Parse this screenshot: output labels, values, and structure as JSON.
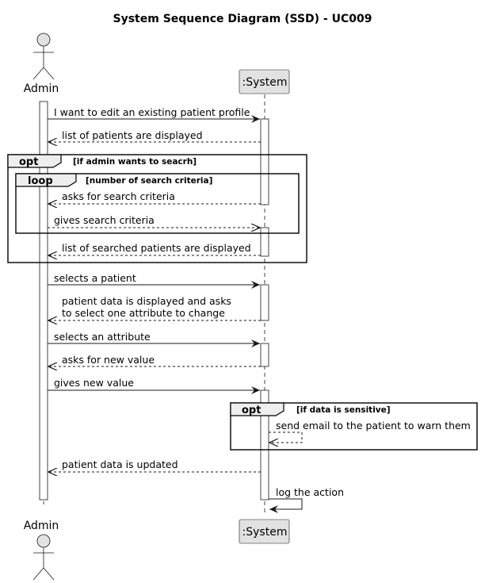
{
  "title": "System Sequence Diagram (SSD) - UC009",
  "participants": {
    "admin": "Admin",
    "system": ":System"
  },
  "messages": [
    {
      "label": "I want to edit an existing patient profile",
      "dir": "request"
    },
    {
      "label": "list of patients are displayed",
      "dir": "reply"
    },
    {
      "label": "asks for search criteria",
      "dir": "reply"
    },
    {
      "label": "gives search criteria",
      "dir": "reply_right"
    },
    {
      "label": "list of searched patients are displayed",
      "dir": "reply"
    },
    {
      "label": "selects a patient",
      "dir": "request"
    },
    {
      "label": "patient data is displayed and asks\nto select one attribute to change",
      "dir": "reply"
    },
    {
      "label": "selects an attribute",
      "dir": "request"
    },
    {
      "label": "asks for new value",
      "dir": "reply"
    },
    {
      "label": "gives new value",
      "dir": "request"
    },
    {
      "label": "send email to the patient to warn them",
      "dir": "self_reply"
    },
    {
      "label": "patient data is updated",
      "dir": "reply"
    },
    {
      "label": "log the action",
      "dir": "self"
    }
  ],
  "fragments": [
    {
      "keyword": "opt",
      "guard": "[if admin wants to seacrh]"
    },
    {
      "keyword": "loop",
      "guard": "[number of search criteria]"
    },
    {
      "keyword": "opt",
      "guard": "[if data is sensitive]"
    }
  ]
}
